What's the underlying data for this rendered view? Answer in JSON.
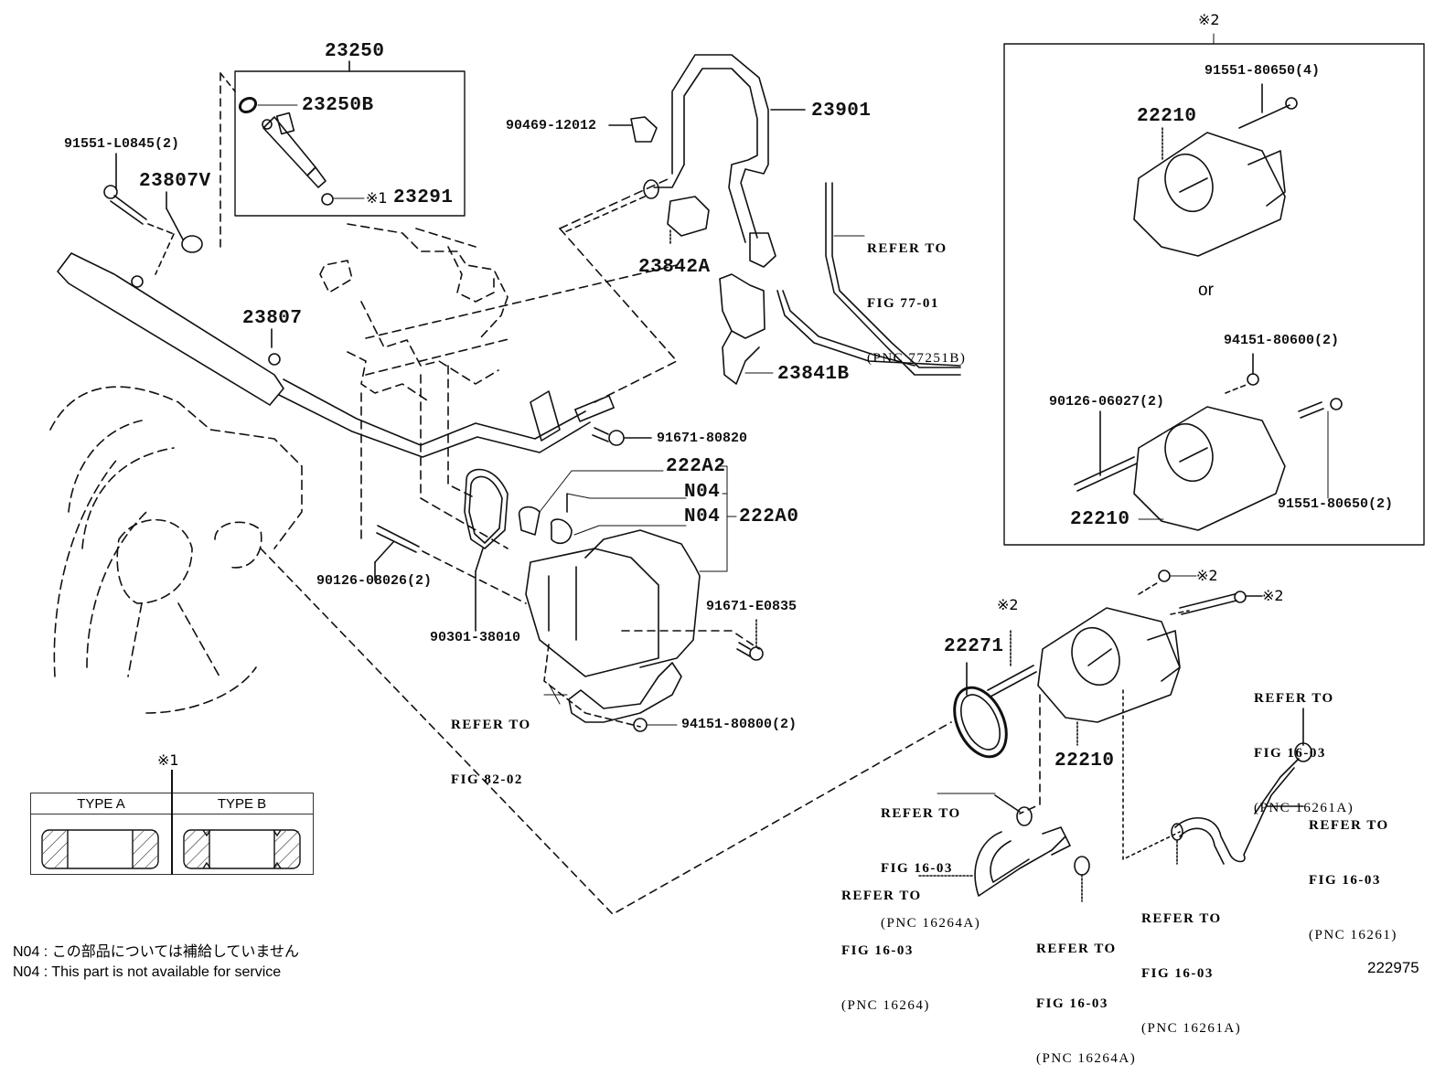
{
  "figure": {
    "figure_number": "222975",
    "notes": [
      {
        "code": "N04",
        "text": "この部品については補給していません"
      },
      {
        "code": "N04",
        "text": "This part is not available for service"
      }
    ]
  },
  "callouts": {
    "injector_assy": "23250",
    "injector_oring": "23250B",
    "injector_insulator": "23291",
    "insulator_note_mark": "※1",
    "bolt_delivery_pipe": "91551-L0845(2)",
    "spacer_delivery_pipe_v": "23807V",
    "delivery_pipe": "23807",
    "clamp_90469": "90469-12012",
    "fuel_hose": "23901",
    "clamp_23842A": "23842A",
    "bracket_23841B": "23841B",
    "bolt_91671_80820": "91671-80820",
    "part_222A2": "222A2",
    "n04_a": "N04",
    "n04_b": "N04",
    "part_222A0": "222A0",
    "stud_90126_08026": "90126-08026(2)",
    "gasket_90301": "90301-38010",
    "bolt_91671_E0835": "91671-E0835",
    "nut_94151_80800": "94151-80800(2)",
    "gasket_22271": "22271",
    "throttle_body_lower": "22210",
    "mark2_stud": "※2",
    "mark2_nut": "※2",
    "mark2_bolt": "※2"
  },
  "references": {
    "fig_77_01": {
      "line1": "REFER TO",
      "line2": "FIG 77-01",
      "line3": "(PNC 77251B)"
    },
    "fig_82_02": {
      "line1": "REFER TO",
      "line2": "FIG 82-02"
    },
    "fig_16_03_a_top": {
      "line1": "REFER TO",
      "line2": "FIG 16-03",
      "line3": "(PNC 16261A)"
    },
    "fig_16_03_right": {
      "line1": "REFER TO",
      "line2": "FIG 16-03",
      "line3": "(PNC 16261)"
    },
    "fig_16_03_264A_left": {
      "line1": "REFER TO",
      "line2": "FIG 16-03",
      "line3": "(PNC 16264A)"
    },
    "fig_16_03_264": {
      "line1": "REFER TO",
      "line2": "FIG 16-03",
      "line3": "(PNC 16264)"
    },
    "fig_16_03_264A_bottom": {
      "line1": "REFER TO",
      "line2": "FIG 16-03",
      "line3": "(PNC 16264A)"
    },
    "fig_16_03_261A_bottom": {
      "line1": "REFER TO",
      "line2": "FIG 16-03",
      "line3": "(PNC 16261A)"
    }
  },
  "alt_box": {
    "mark": "※2",
    "upper_body": "22210",
    "upper_bolt": "91551-80650(4)",
    "or_text": "or",
    "nut": "94151-80600(2)",
    "stud": "90126-06027(2)",
    "lower_body": "22210",
    "lower_bolt": "91551-80650(2)"
  },
  "type_table": {
    "mark": "※1",
    "col_a": "TYPE A",
    "col_b": "TYPE B"
  }
}
